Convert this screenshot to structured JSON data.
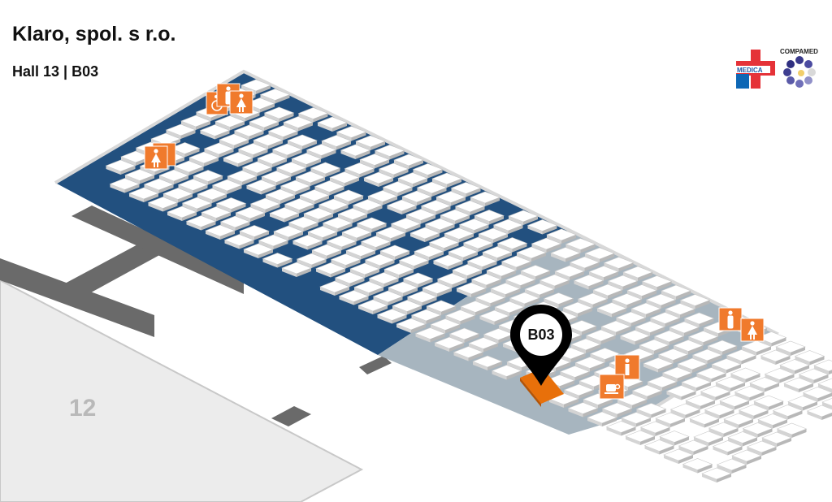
{
  "header": {
    "company_name": "Klaro, spol. s r.o.",
    "hall_booth": "Hall 13 | B03"
  },
  "map": {
    "neighbor_hall_label": "12",
    "booth_marker_label": "B03",
    "colors": {
      "hall_floor_blue": "#22507f",
      "hall_floor_grey": "#a7b5bf",
      "booth_top": "#ffffff",
      "booth_highlight": "#e8700a",
      "facility_icon": "#f07a2c",
      "neighbor_hall": "#ececec",
      "walkway": "#6a6a6a"
    },
    "icons": [
      {
        "name": "wheelchair-wc-icon"
      },
      {
        "name": "men-wc-icon"
      },
      {
        "name": "women-wc-icon"
      },
      {
        "name": "information-icon"
      },
      {
        "name": "cafe-icon"
      }
    ]
  },
  "logos": {
    "medica": "MEDICA",
    "compamed": "COMPAMED"
  }
}
